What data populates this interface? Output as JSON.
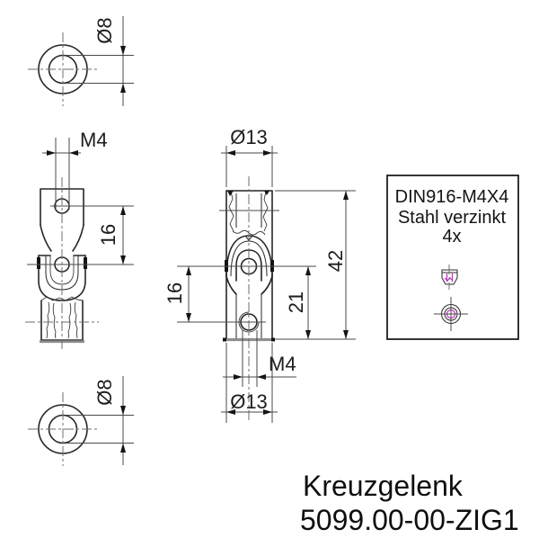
{
  "title_block": {
    "name": "Kreuzgelenk",
    "part_number": "5099.00-00-ZIG1"
  },
  "note_box": {
    "line1": "DIN916-M4X4",
    "line2": "Stahl verzinkt",
    "line3": "4x"
  },
  "dimensions": {
    "end_view_top": {
      "bore": "Ø8"
    },
    "end_view_bottom": {
      "bore": "Ø8"
    },
    "side_view": {
      "thread": "M4",
      "hole_spacing": "16"
    },
    "front_view": {
      "outer_dia_top": "Ø13",
      "total_length": "42",
      "pin_to_end": "21",
      "hole_spacing": "16",
      "thread": "M4",
      "outer_dia_bottom": "Ø13"
    }
  },
  "colors": {
    "line": "#262626",
    "dimension_line": "#4a4a4a",
    "centerline": "#6e6e6e",
    "accent_magenta": "#c428c4",
    "section_edge": "#8f8f8f",
    "background": "#ffffff"
  }
}
